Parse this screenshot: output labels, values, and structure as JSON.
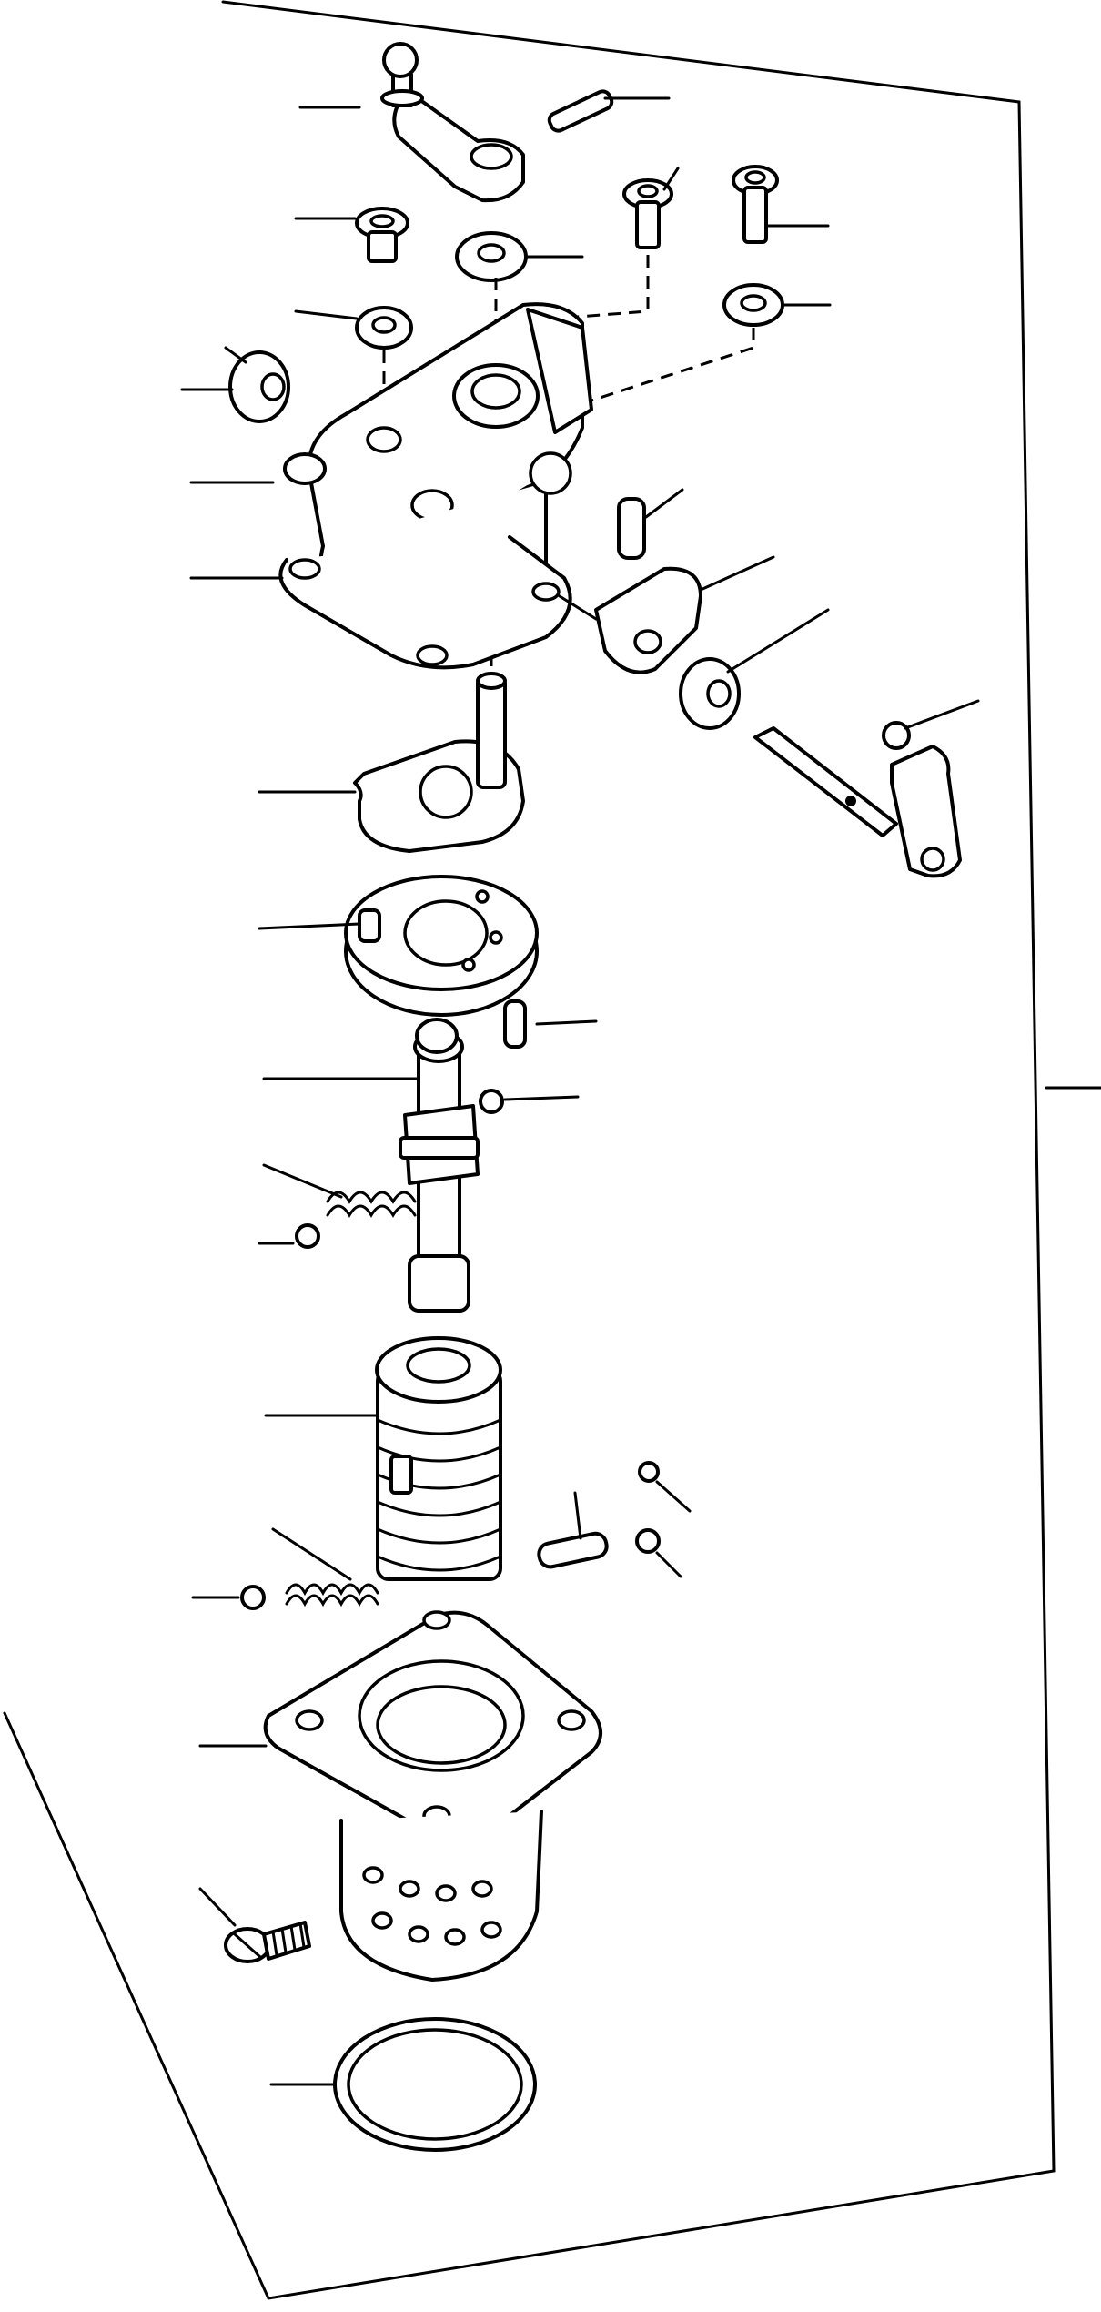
{
  "diagram": {
    "type": "exploded-parts-view",
    "labels": [],
    "colors": {
      "line": "#000000",
      "background": "#ffffff"
    },
    "parts": [
      "ball-lever-arm",
      "roll-pin",
      "cap-screw-left",
      "washer-center",
      "cap-screw-mid",
      "cap-screw-right",
      "seal-washer-right",
      "washer-left",
      "bushing-left",
      "upper-housing",
      "flange-gasket",
      "roll-pin-side",
      "lever-block",
      "bushing-right",
      "lever-shaft-arm",
      "cam-plate",
      "guide-plate",
      "pin-small",
      "ball-small",
      "control-shaft",
      "spring-small",
      "ball-left",
      "valve-sleeve",
      "spring-lower",
      "ball-lower-left",
      "cross-pin",
      "ball-right-upper",
      "ball-right-lower",
      "valve-body",
      "adjusting-screw",
      "o-ring"
    ]
  }
}
